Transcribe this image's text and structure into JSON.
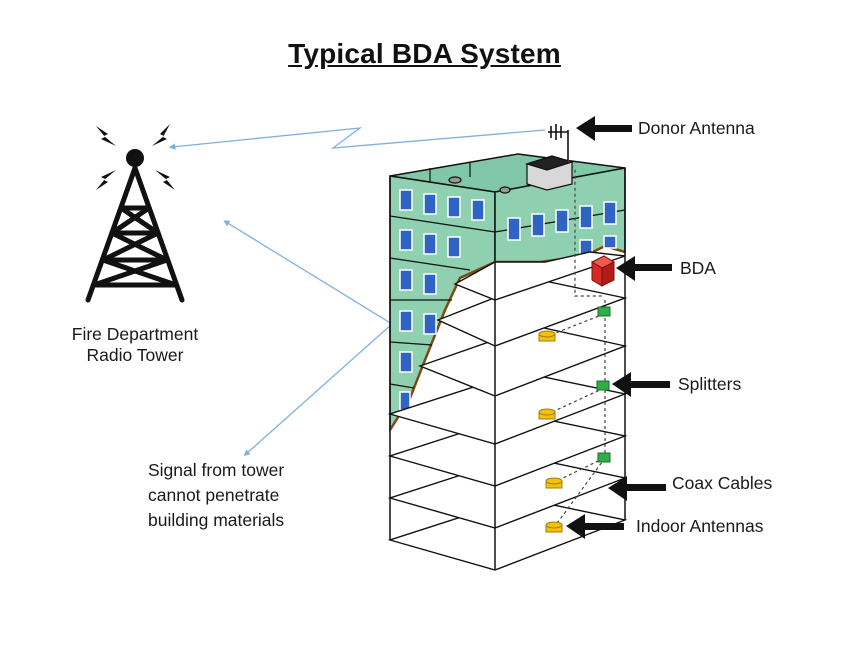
{
  "title": "Typical BDA System",
  "tower": {
    "label_line1": "Fire Department",
    "label_line2": "Radio Tower"
  },
  "signal_note": {
    "line1": "Signal from tower",
    "line2": "cannot penetrate",
    "line3": "building materials"
  },
  "components": {
    "donor_antenna": "Donor Antenna",
    "bda": "BDA",
    "splitters": "Splitters",
    "coax_cables": "Coax Cables",
    "indoor_antennas": "Indoor Antennas"
  },
  "colors": {
    "building_glass": "#8fd0b0",
    "window": "#2f63c4",
    "bda_unit": "#d42a24",
    "splitter": "#2fae46",
    "indoor_antenna": "#f2c10f",
    "signal_line": "#7fb0e0"
  }
}
